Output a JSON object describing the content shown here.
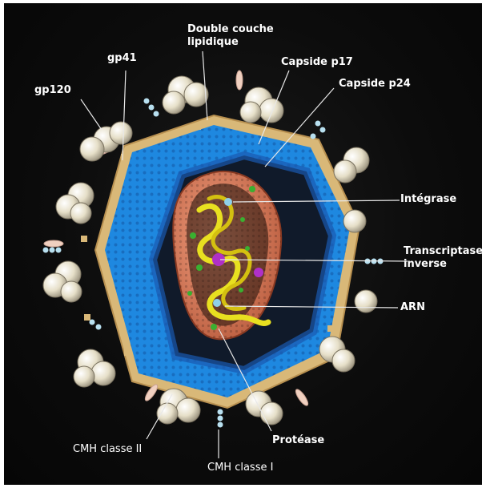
{
  "labels": {
    "double_couche_line1": "Double couche",
    "double_couche_line2": "lipidique",
    "gp41": "gp41",
    "gp120": "gp120",
    "capside_p17": "Capside p17",
    "capside_p24": "Capside p24",
    "integrase": "Intégrase",
    "transcriptase_line1": "Transcriptase",
    "transcriptase_line2": "inverse",
    "arn": "ARN",
    "cmh_classe_2": "CMH classe II",
    "cmh_classe_1": "CMH classe I",
    "protease": "Protéase"
  },
  "colors": {
    "background": "#0c0c0c",
    "lipid_bilayer": "#d9b878",
    "matrix_p17": "#1e88e0",
    "capsid_p24": "#d97b5a",
    "rna": "#e8e020",
    "transcriptase": "#b030c8",
    "integrase": "#8fd0e8",
    "gp120": "#ece6d2",
    "label_text": "#ffffff",
    "leader_lines": "#e8e8e8"
  },
  "icons": {
    "gp120": "knob-cluster",
    "mhc": "stalk-with-beads",
    "protease": "green-blob"
  }
}
